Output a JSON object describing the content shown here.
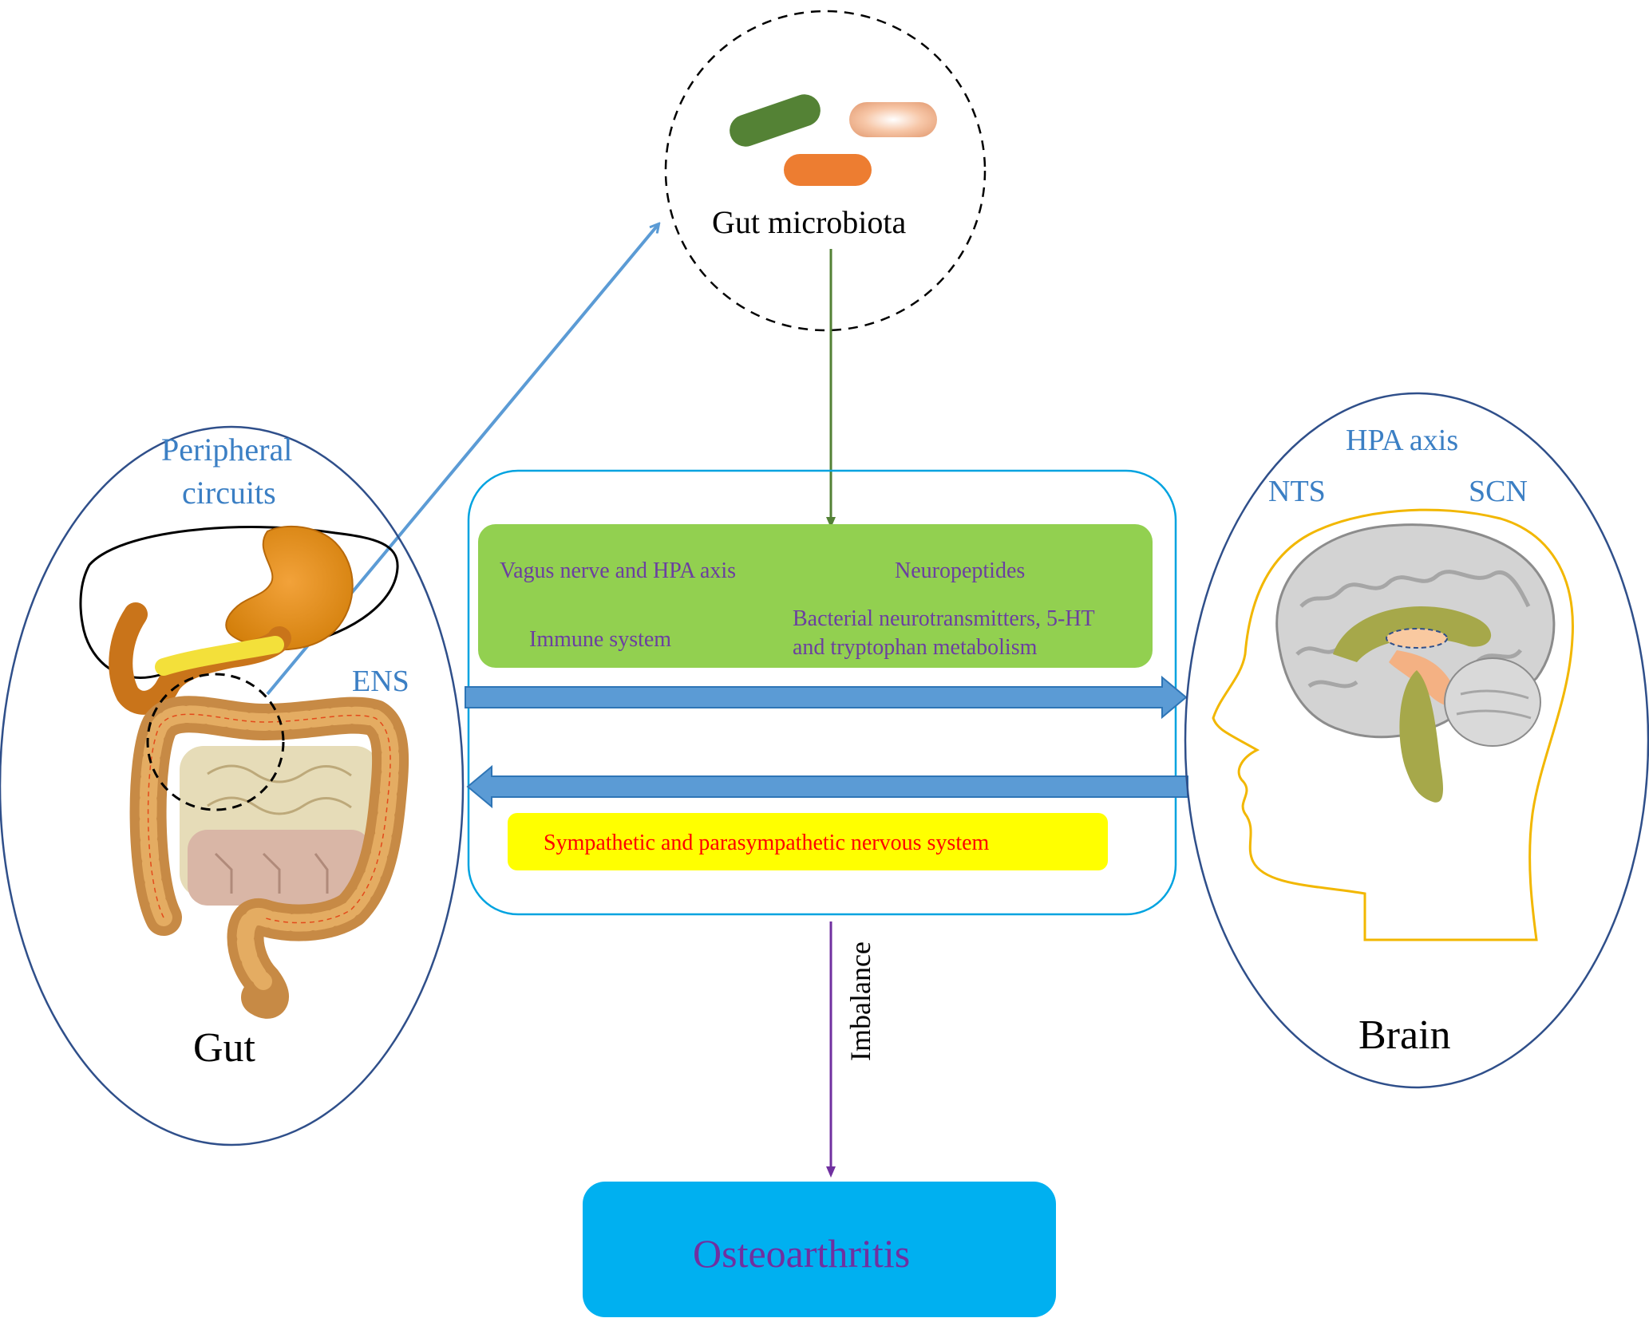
{
  "colors": {
    "ellipse_stroke": "#2f4f8a",
    "label_blue": "#3b7fc4",
    "label_purple": "#6b3fa0",
    "green_box": "#92d050",
    "yellow_box": "#ffff00",
    "red_text": "#ff0000",
    "cyan_box": "#00b0f0",
    "arrow_blue": "#5b9bd5",
    "arrow_green": "#538135",
    "arrow_purple": "#7030a0",
    "box_outline": "#00a3e0"
  },
  "microbiota": {
    "label": "Gut microbiota",
    "bacteria": [
      "green-rod",
      "peach-rod",
      "orange-rod"
    ]
  },
  "gut": {
    "title": "Gut",
    "peripheral_line1": "Peripheral",
    "peripheral_line2": "circuits",
    "ens": "ENS",
    "icon": "digestive-system-icon"
  },
  "brain": {
    "title": "Brain",
    "hpa": "HPA axis",
    "nts": "NTS",
    "scn": "SCN",
    "icon": "brain-head-icon"
  },
  "pathways": {
    "vagus": "Vagus nerve and HPA axis",
    "neuropeptides": "Neuropeptides",
    "immune": "Immune system",
    "bacterial_line1": "Bacterial neurotransmitters, 5-HT",
    "bacterial_line2": "and tryptophan metabolism",
    "sympathetic": "Sympathetic and parasympathetic nervous system"
  },
  "imbalance": "Imbalance",
  "outcome": "Osteoarthritis"
}
